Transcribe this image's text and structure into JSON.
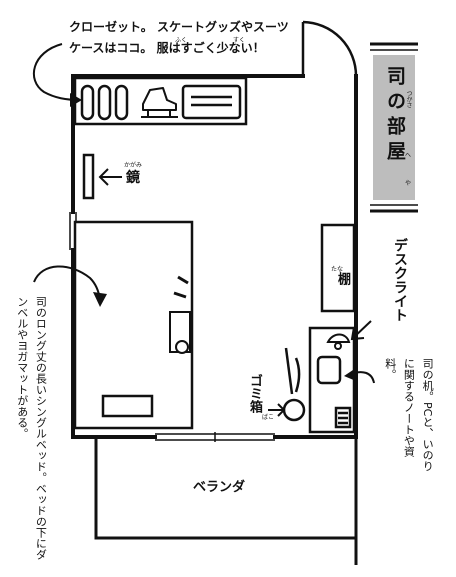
{
  "closet_note_line1": "クローゼット。 スケートグッズやスーツ",
  "closet_note_line2": "ケースはココ。 服はすごく少ない！",
  "ruby_fuku": "ふく",
  "ruby_sukoshi": "すく",
  "title_text": "司の部屋",
  "ruby_tsukasa": "つかさ",
  "ruby_he": "へ",
  "ruby_ya": "や",
  "mirror_label": "鏡",
  "ruby_kagami": "かがみ",
  "shelf_label": "棚",
  "ruby_tana": "たな",
  "desk_light_label": "デスクライト",
  "trash_label": "ゴミ箱",
  "ruby_bako": "ばこ",
  "veranda_label": "ベランダ",
  "bed_note": "司のロング丈の長いシングルベッド。ベッドの下にダンベルやヨガマットがある。",
  "desk_note": "司の机。PCと、いのりに関するノートや資料。",
  "colors": {
    "line": "#111111",
    "banner": "#bdbdbd"
  }
}
